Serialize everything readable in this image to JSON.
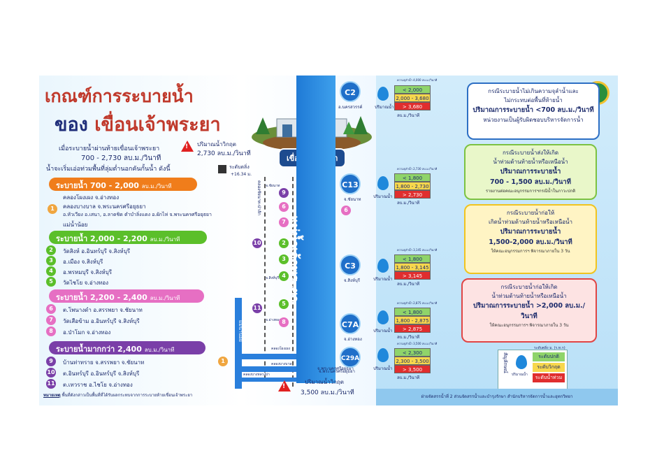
{
  "title": {
    "line1": "เกณฑ์การระบายน้ำ",
    "line2_prefix": "ของ",
    "line2_highlight": "เขื่อนเจ้าพระยา"
  },
  "dam_label": "เขื่อนเจ้าพระยา",
  "critical_top": {
    "label": "ปริมาณน้ำวิกฤต",
    "value": "2,730 ลบ.ม./วินาที"
  },
  "intro": {
    "line1": "เมื่อระบายน้ำผ่านท้ายเขื่อนเจ้าพระยา",
    "line2": "700 - 2,730 ลบ.ม./วินาที",
    "line3": "น้ำจะเริ่มเอ่อท่วมพื้นที่ลุ่มต่ำนอกคันกั้นน้ำ ดังนี้"
  },
  "water_level": {
    "label": "ระดับตลิ่ง",
    "value": "+16.34 ม."
  },
  "bands": [
    {
      "label": "ระบายน้ำ 700 - 2,000",
      "unit": "ลบ.ม./วินาที",
      "color": "#f07d1b"
    },
    {
      "label": "ระบายน้ำ 2,000 - 2,200",
      "unit": "ลบ.ม./วินาที",
      "color": "#5bbf2a"
    },
    {
      "label": "ระบายน้ำ 2,200 - 2,400",
      "unit": "ลบ.ม./วินาที",
      "color": "#e66fc3"
    },
    {
      "label": "ระบายน้ำมากกว่า 2,400",
      "unit": "ลบ.ม./วินาที",
      "color": "#7a3fa8"
    }
  ],
  "group1": {
    "num": "1",
    "items": [
      "คลองโผงเผง จ.อ่างทอง",
      "คลองบางบาล จ.พระนครศรีอยุธยา",
      "อ.หัวเวียง อ.เสนา, อ.ลาดชิด ตำบำลิ่งแดง อ.ผักไห่ จ.พระนครศรีอยุธยา",
      "แม่น้ำน้อย"
    ]
  },
  "group2": [
    {
      "num": "2",
      "text": "วัดสิงห์ อ.อินทร์บุรี จ.สิงห์บุรี"
    },
    {
      "num": "3",
      "text": "อ.เมือง จ.สิงห์บุรี"
    },
    {
      "num": "4",
      "text": "อ.พรหมบุรี จ.สิงห์บุรี"
    },
    {
      "num": "5",
      "text": "วัดไชโย จ.อ่างทอง"
    }
  ],
  "group3": [
    {
      "num": "6",
      "text": "ต.โพนางดำ อ.สรรพยา จ.ชัยนาท"
    },
    {
      "num": "7",
      "text": "วัดเสือข้าม อ.อินทร์บุรี จ.สิงห์บุรี"
    },
    {
      "num": "8",
      "text": "อ.ป่าโมก จ.อ่างทอง"
    }
  ],
  "group4": [
    {
      "num": "9",
      "text": "บ้านท่าทราย จ.สรรพยา จ.ชัยนาท"
    },
    {
      "num": "10",
      "text": "ต.อินทร์บุรี อ.อินทร์บุรี จ.สิงห์บุรี"
    },
    {
      "num": "11",
      "text": "ต.เทวราช อ.ไชโย จ.อ่างทอง"
    }
  ],
  "note": {
    "label": "หมายเหตุ",
    "text": "พื้นที่ดังกล่าวเป็นพื้นที่ที่ได้รับผลกระทบจากการระบายท้ายเขื่อนเจ้าพระยา"
  },
  "river": {
    "name": "แม่น้ำเจ้าพระยา",
    "side_river": "แม่น้ำน้อย",
    "side_labels": [
      "คลองโผงเผง",
      "คลองบางบาล",
      "คลองบางหลวงบ่า"
    ],
    "left_bank": "คลองชัยนาท-ป่าสัก",
    "places": [
      "จ.ชัยนาท",
      "จ.สิงห์บุรี",
      "จ.อ่างทอง"
    ]
  },
  "critical_bottom": {
    "label": "ปริมาณน้ำวิกฤต",
    "value": "3,500 ลบ.ม./วินาที",
    "place": "จ.พระนครศรีอยุธยา"
  },
  "flow_label": "ปริมาณน้ำ",
  "flow_unit": "ลบ.ม./วินาที",
  "stations": [
    {
      "code": "C2",
      "place": "อ.นครสวรรค์",
      "capacity": "ความจุลำน้ำ 4,000 ลบ.ม./วินาที",
      "levels": [
        "< 2,000",
        "2,000 - 3,680",
        "> 3,680"
      ]
    },
    {
      "code": "C13",
      "place": "จ.ชัยนาท",
      "capacity": "ความจุลำน้ำ 2,730 ลบ.ม./วินาที",
      "levels": [
        "< 1,800",
        "1,800 - 2,730",
        "> 2,730"
      ]
    },
    {
      "code": "C3",
      "place": "จ.สิงห์บุรี",
      "capacity": "ความจุลำน้ำ 3,145 ลบ.ม./วินาที",
      "levels": [
        "< 1,800",
        "1,800 - 3,145",
        "> 3,145"
      ]
    },
    {
      "code": "C7A",
      "place": "จ.อ่างทอง",
      "capacity": "ความจุลำน้ำ 2,875 ลบ.ม./วินาที",
      "levels": [
        "< 1,800",
        "1,800 - 2,875",
        "> 2,875"
      ]
    },
    {
      "code": "C29A",
      "place": "จ.พระนครศรีอยุธยา",
      "capacity": "ความจุลำน้ำ 3,500 ลบ.ม./วินาที",
      "levels": [
        "< 2,300",
        "2,300 - 3,500",
        "> 3,500"
      ]
    }
  ],
  "alerts": [
    {
      "l1": "กรณีระบายน้ำไม่เกินความจุลำน้ำและ",
      "l2": "ไม่กระทบต่อพื้นที่ท้ายน้ำ",
      "l3": "ปริมาณการระบายน้ำ <700 ลบ.ม./วินาที",
      "l4": "หน่วยงานเป็นผู้รับผิดชอบบริหารจัดการน้ำ",
      "l5": "",
      "color": "#ffffff",
      "border": "#2d6fc4"
    },
    {
      "l1": "กรณีระบายน้ำส่งให้เกิด",
      "l2": "น้ำท่วมด้านท้ายน้ำหรือเหนือน้ำ",
      "l3": "ปริมาณการระบายน้ำ",
      "l4": "700 - 1,500 ลบ.ม./วินาที",
      "l5": "รายงานต่อคณะอนุกรรมการฯกรณีน้ำในภาวะปกติ",
      "color": "#e9f7c9",
      "border": "#7cc242"
    },
    {
      "l1": "กรณีระบายน้ำก่อให้",
      "l2": "เกิดน้ำท่วมด้านท้ายน้ำหรือเหนือน้ำ",
      "l3": "ปริมาณการระบายน้ำ",
      "l4": "1,500-2,000 ลบ.ม./วินาที",
      "l5": "ให้คณะอนุกรรมการฯ พิจารณาภายใน 3 วัน",
      "color": "#fff4c4",
      "border": "#f0c420"
    },
    {
      "l1": "กรณีระบายน้ำก่อให้เกิด",
      "l2": "น้ำท่วมด้านท้ายน้ำหรือเหนือน้ำ",
      "l3": "ปริมาณการระบายน้ำ >2,000 ลบ.ม./วินาที",
      "l4": "ให้คณะอนุกรรมการฯ พิจารณาภายใน 3 วัน",
      "l5": "",
      "color": "#fde3e3",
      "border": "#e04545"
    }
  ],
  "legend": {
    "title": "ระดับตลิ่ง ม. (ร.ท.ก)",
    "items": [
      "ระดับปกติ",
      "ระดับวิกฤต",
      "ระดับน้ำท่วม"
    ],
    "side": "สัญลักษณ์",
    "flow_label": "ปริมาณน้ำ"
  },
  "footer": "ฝ่ายจัดสรรน้ำที่ 2 ส่วนจัดสรรน้ำและบำรุงรักษา สำนักบริหารจัดการน้ำและอุทกวิทยา"
}
